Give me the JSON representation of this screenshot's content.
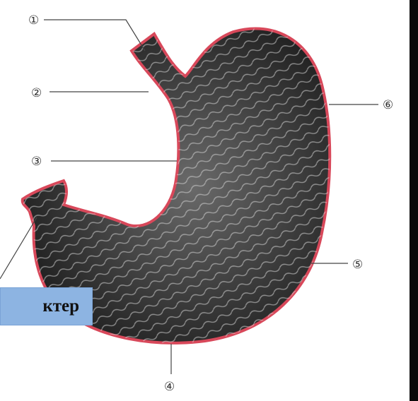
{
  "callout": {
    "label": "ктер"
  },
  "markers": [
    "①",
    "②",
    "③",
    "④",
    "⑤",
    "⑥"
  ],
  "colors": {
    "lining": "#d8485a",
    "callout_bg": "#8db4e2",
    "tissue": "#3a3a3a"
  }
}
